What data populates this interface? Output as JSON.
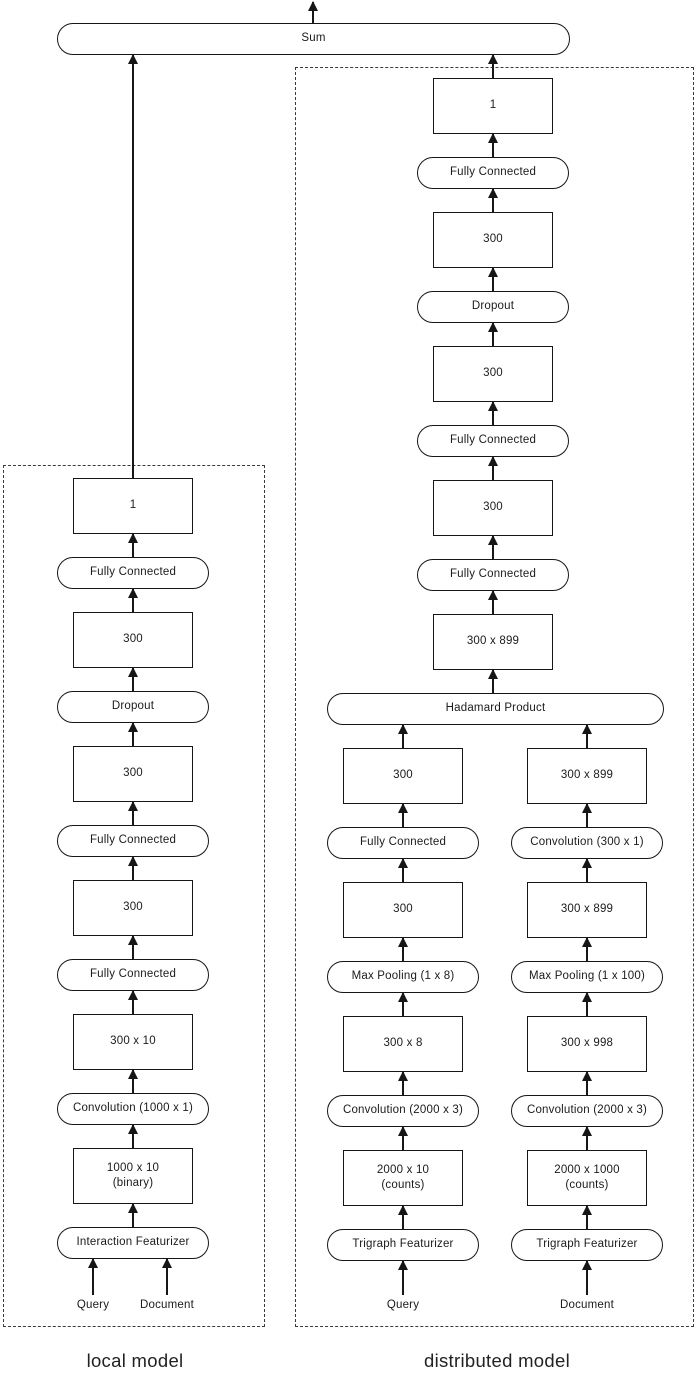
{
  "sum": {
    "label": "Sum"
  },
  "local_model": {
    "caption": "local model",
    "layers_top_down": [
      "1",
      "Fully Connected",
      "300",
      "Dropout",
      "300",
      "Fully Connected",
      "300",
      "Fully Connected",
      "300 x 10",
      "Convolution (1000 x 1)",
      "1000 x 10\n(binary)",
      "Interaction Featurizer"
    ],
    "inputs": [
      "Query",
      "Document"
    ]
  },
  "distributed_model": {
    "caption": "distributed model",
    "head_layers_top_down": [
      "1",
      "Fully Connected",
      "300",
      "Dropout",
      "300",
      "Fully Connected",
      "300",
      "Fully Connected",
      "300 x 899"
    ],
    "merge": "Hadamard Product",
    "query_branch_top_down": [
      "300",
      "Fully Connected",
      "300",
      "Max Pooling (1 x 8)",
      "300 x 8",
      "Convolution (2000 x 3)",
      "2000 x 10\n(counts)",
      "Trigraph Featurizer"
    ],
    "doc_branch_top_down": [
      "300 x 899",
      "Convolution (300 x 1)",
      "300 x 899",
      "Max Pooling (1 x 100)",
      "300 x 998",
      "Convolution (2000 x 3)",
      "2000 x 1000\n(counts)",
      "Trigraph Featurizer"
    ],
    "inputs": [
      "Query",
      "Document"
    ]
  },
  "colors": {
    "line": "#161616",
    "background": "#ffffff"
  }
}
